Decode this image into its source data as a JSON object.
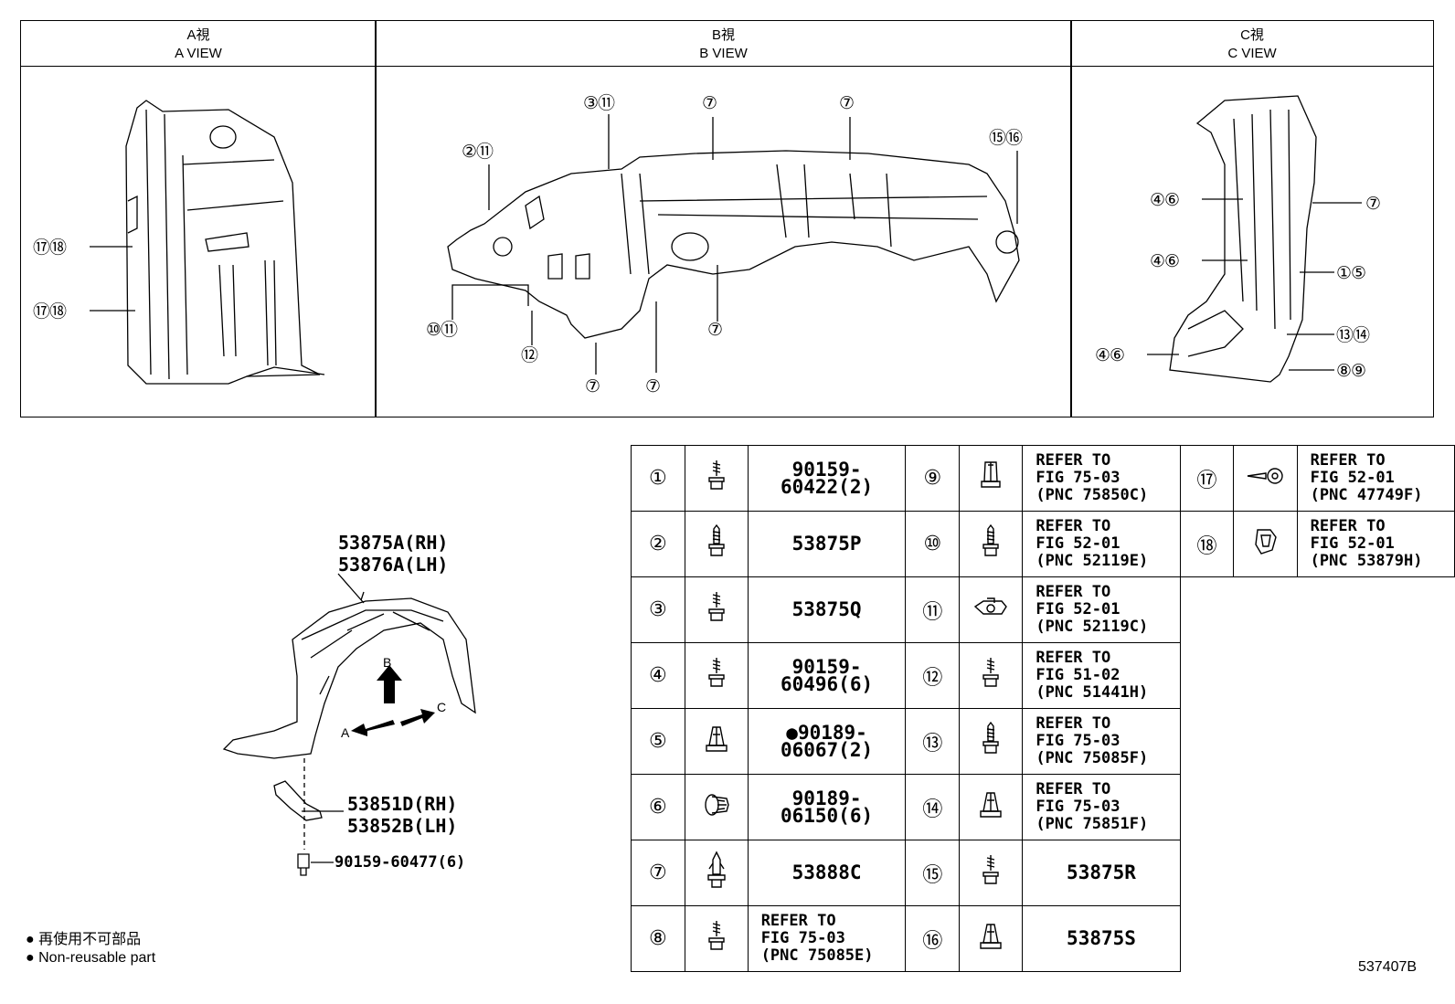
{
  "views": {
    "a": {
      "jp": "A視",
      "en": "A VIEW"
    },
    "b": {
      "jp": "B視",
      "en": "B VIEW"
    },
    "c": {
      "jp": "C視",
      "en": "C VIEW"
    }
  },
  "callouts": {
    "a1": "⑰⑱",
    "a2": "⑰⑱",
    "b_3_11": "③⑪",
    "b_7a": "⑦",
    "b_7b": "⑦",
    "b_15_16": "⑮⑯",
    "b_2_11": "②⑪",
    "b_10_11": "⑩⑪",
    "b_12": "⑫",
    "b_7c": "⑦",
    "b_7d": "⑦",
    "b_7e": "⑦",
    "c_4_6a": "④⑥",
    "c_4_6b": "④⑥",
    "c_4_6c": "④⑥",
    "c_7": "⑦",
    "c_1_5": "①⑤",
    "c_13_14": "⑬⑭",
    "c_8_9": "⑧⑨"
  },
  "main_part": {
    "rh": "53875A(RH)",
    "lh": "53876A(LH)",
    "arrow_a": "A",
    "arrow_b": "B",
    "arrow_c": "C",
    "sub_rh": "53851D(RH)",
    "sub_lh": "53852B(LH)",
    "bolt": "90159-60477(6)"
  },
  "table": {
    "col1": [
      {
        "num": "①",
        "part": "90159-60422(2)",
        "icon": "bolt-icon"
      },
      {
        "num": "②",
        "part": "53875P",
        "icon": "screw-icon"
      },
      {
        "num": "③",
        "part": "53875Q",
        "icon": "bolt-icon"
      },
      {
        "num": "④",
        "part": "90159-60496(6)",
        "icon": "bolt-icon"
      },
      {
        "num": "⑤",
        "part": "●90189-06067(2)",
        "icon": "clip-icon"
      },
      {
        "num": "⑥",
        "part": "90189-06150(6)",
        "icon": "grommet-icon"
      },
      {
        "num": "⑦",
        "part": "53888C",
        "icon": "push-clip-icon"
      },
      {
        "num": "⑧",
        "part": "REFER TO\nFIG 75-03\n(PNC 75085E)",
        "icon": "bolt-icon"
      }
    ],
    "col2": [
      {
        "num": "⑨",
        "part": "REFER TO\nFIG 75-03\n(PNC 75850C)",
        "icon": "nut-icon"
      },
      {
        "num": "⑩",
        "part": "REFER TO\nFIG 52-01\n(PNC 52119E)",
        "icon": "screw-icon"
      },
      {
        "num": "⑪",
        "part": "REFER TO\nFIG 52-01\n(PNC 52119C)",
        "icon": "speed-nut-icon"
      },
      {
        "num": "⑫",
        "part": "REFER TO\nFIG 51-02\n(PNC 51441H)",
        "icon": "bolt-icon"
      },
      {
        "num": "⑬",
        "part": "REFER TO\nFIG 75-03\n(PNC 75085F)",
        "icon": "screw-icon"
      },
      {
        "num": "⑭",
        "part": "REFER TO\nFIG 75-03\n(PNC 75851F)",
        "icon": "clip-icon"
      },
      {
        "num": "⑮",
        "part": "53875R",
        "icon": "bolt-icon"
      },
      {
        "num": "⑯",
        "part": "53875S",
        "icon": "clip-icon"
      }
    ],
    "col3": [
      {
        "num": "⑰",
        "part": "REFER TO\nFIG 52-01\n(PNC 47749F)",
        "icon": "hook-icon"
      },
      {
        "num": "⑱",
        "part": "REFER TO\nFIG 52-01\n(PNC 53879H)",
        "icon": "bracket-clip-icon"
      }
    ]
  },
  "legend": {
    "jp": "● 再使用不可部品",
    "en": "● Non-reusable part"
  },
  "figure_id": "537407B"
}
